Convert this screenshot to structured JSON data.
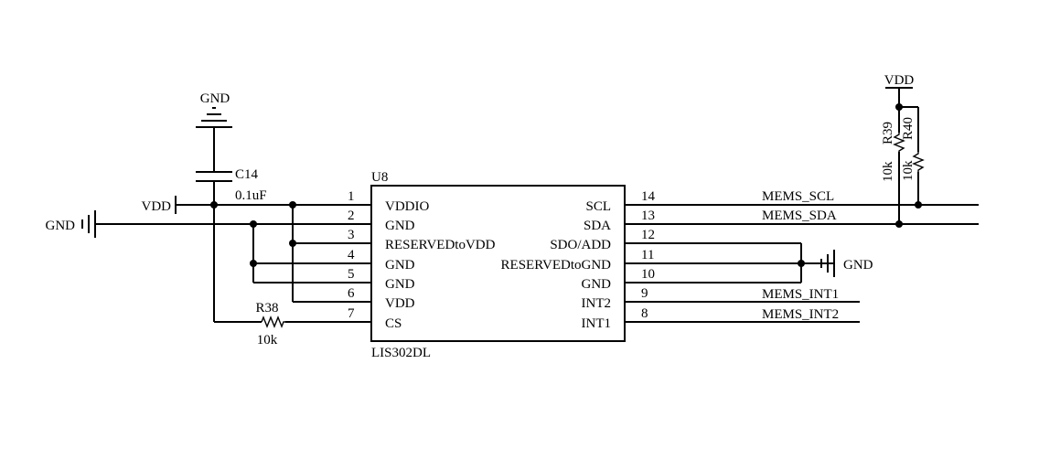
{
  "chip": {
    "ref": "U8",
    "part": "LIS302DL",
    "left_pins": [
      {
        "num": "1",
        "name": "VDDIO"
      },
      {
        "num": "2",
        "name": "GND"
      },
      {
        "num": "3",
        "name": "RESERVEDtoVDD"
      },
      {
        "num": "4",
        "name": "GND"
      },
      {
        "num": "5",
        "name": "GND"
      },
      {
        "num": "6",
        "name": "VDD"
      },
      {
        "num": "7",
        "name": "CS"
      }
    ],
    "right_pins": [
      {
        "num": "14",
        "name": "SCL"
      },
      {
        "num": "13",
        "name": "SDA"
      },
      {
        "num": "12",
        "name": "SDO/ADD"
      },
      {
        "num": "11",
        "name": "RESERVEDtoGND"
      },
      {
        "num": "10",
        "name": "GND"
      },
      {
        "num": "9",
        "name": "INT2"
      },
      {
        "num": "8",
        "name": "INT1"
      }
    ]
  },
  "capacitor": {
    "ref": "C14",
    "value": "0.1uF"
  },
  "resistors": [
    {
      "ref": "R38",
      "value": "10k"
    },
    {
      "ref": "R39",
      "value": "10k"
    },
    {
      "ref": "R40",
      "value": "10k"
    }
  ],
  "power": {
    "gnd_top": "GND",
    "gnd_left": "GND",
    "vdd_left": "VDD",
    "vdd_top": "VDD",
    "gnd_right": "GND"
  },
  "nets": [
    "MEMS_SCL",
    "MEMS_SDA",
    "MEMS_INT1",
    "MEMS_INT2"
  ]
}
